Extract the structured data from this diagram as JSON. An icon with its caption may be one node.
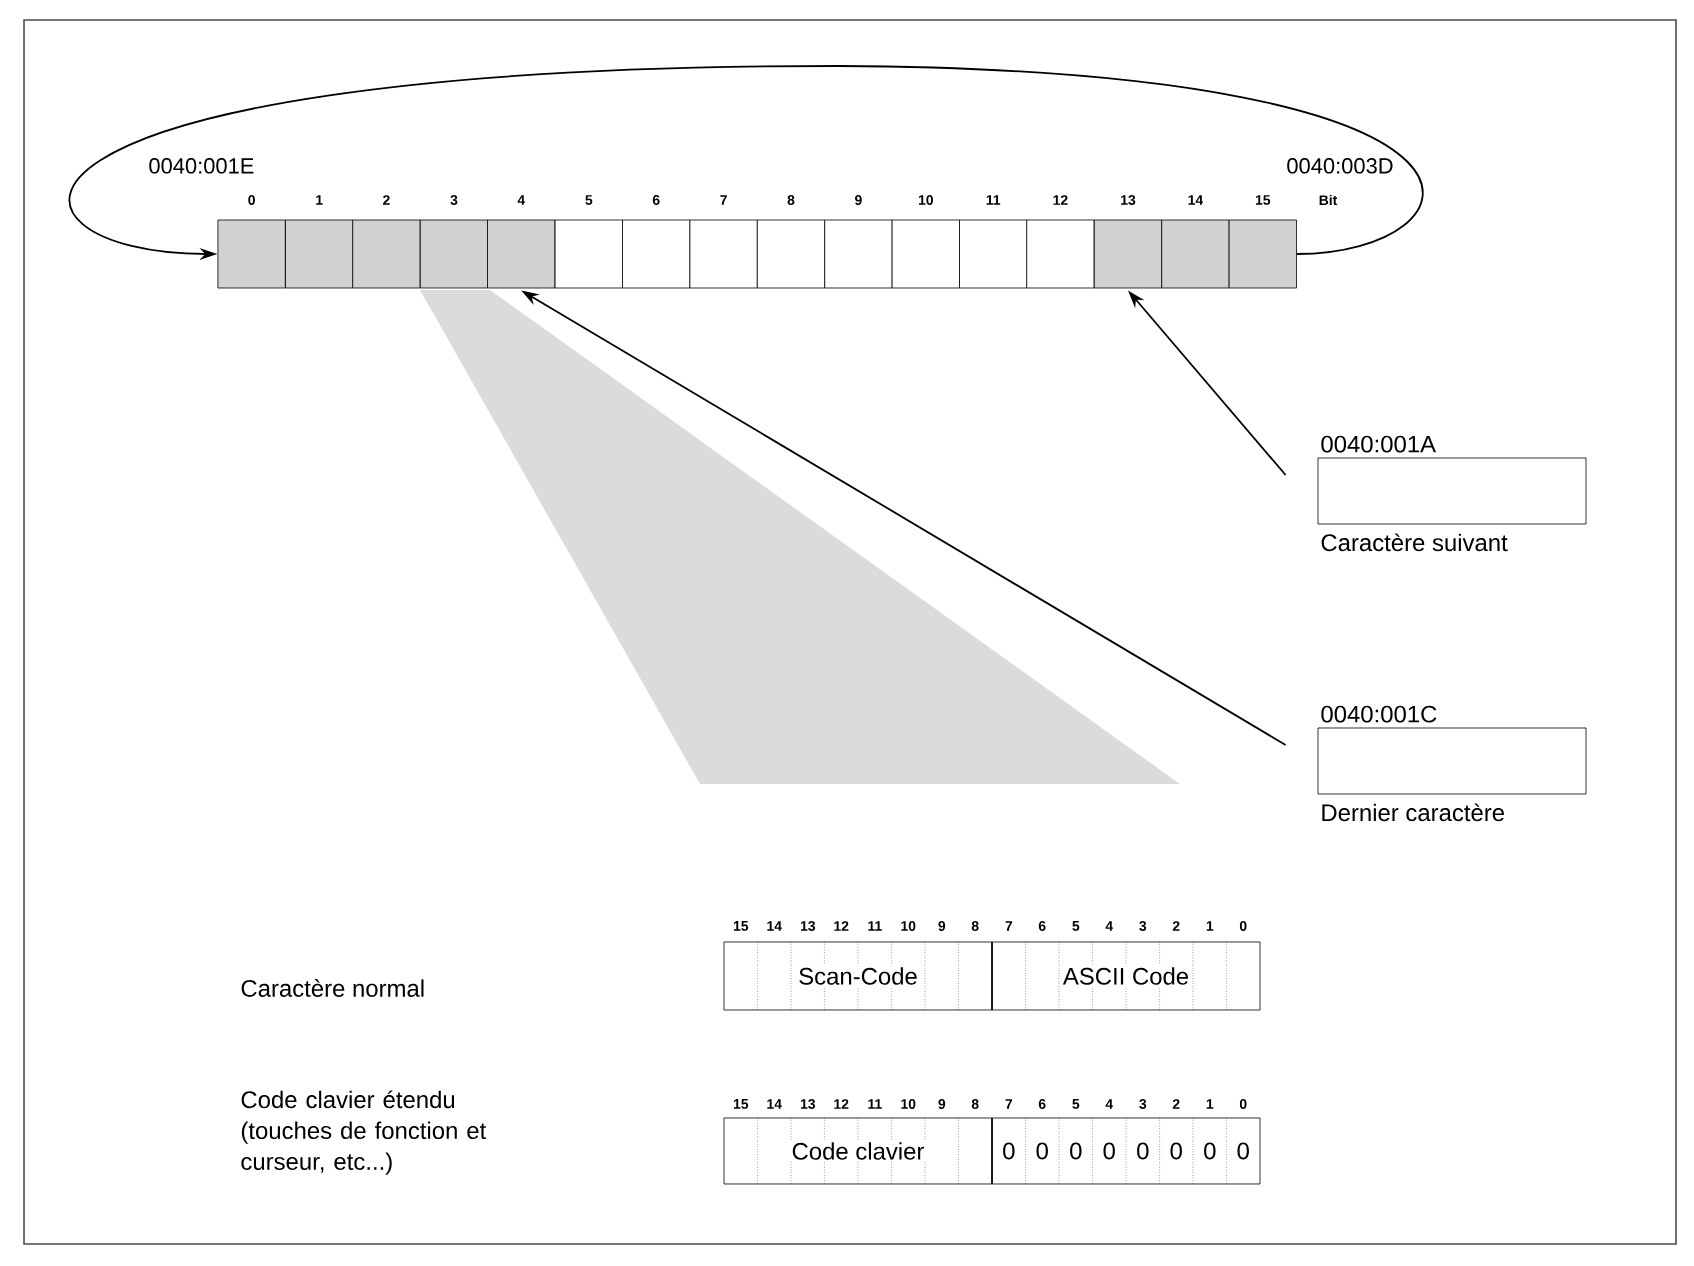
{
  "diagram": {
    "nodes": [
      {
        "text": [],
        "shape": "box"
      },
      {
        "text": [],
        "shape": "box"
      },
      {
        "text": [],
        "shape": "box"
      },
      {
        "text": [],
        "shape": "box"
      },
      {
        "text": [],
        "shape": "box"
      },
      {
        "text": [],
        "shape": "box"
      },
      {
        "text": [],
        "shape": "box"
      },
      {
        "text": [],
        "shape": "box"
      },
      {
        "text": [],
        "shape": "box"
      },
      {
        "text": [],
        "shape": "box"
      },
      {
        "text": [],
        "shape": "box"
      },
      {
        "text": [],
        "shape": "box"
      },
      {
        "text": [],
        "shape": "box"
      },
      {
        "text": [],
        "shape": "box"
      },
      {
        "text": [],
        "shape": "box"
      },
      {
        "text": [],
        "shape": "box"
      },
      {
        "text": [
          "0040:001A",
          "Caractère suivant"
        ]
      },
      {
        "text": [
          "0040:001C",
          "Dernier caractère"
        ]
      },
      {
        "text": [
          "Scan-Code",
          "ASCII Code"
        ]
      },
      {
        "text": [
          "Code clavier",
          "0",
          "0",
          "0",
          "0",
          "0",
          "0",
          "0",
          "0"
        ]
      }
    ],
    "edges": [
      {
        "from": 15,
        "to": 0,
        "arrow": "to"
      },
      {
        "from": 16,
        "to": 13,
        "arrow": "to"
      },
      {
        "from": 17,
        "to": 4,
        "arrow": "to"
      }
    ],
    "labels": [
      "0040:001E",
      "0040:003D",
      "0",
      "1",
      "2",
      "3",
      "4",
      "5",
      "6",
      "7",
      "8",
      "9",
      "10",
      "11",
      "12",
      "13",
      "14",
      "15",
      "Bit",
      "15",
      "14",
      "13",
      "12",
      "11",
      "10",
      "9",
      "8",
      "7",
      "6",
      "5",
      "4",
      "3",
      "2",
      "1",
      "0",
      "Caractère normal",
      "15",
      "14",
      "13",
      "12",
      "11",
      "10",
      "9",
      "8",
      "7",
      "6",
      "5",
      "4",
      "3",
      "2",
      "1",
      "0",
      "Code clavier étendu (touches de fonction et curseur, etc...)"
    ]
  }
}
